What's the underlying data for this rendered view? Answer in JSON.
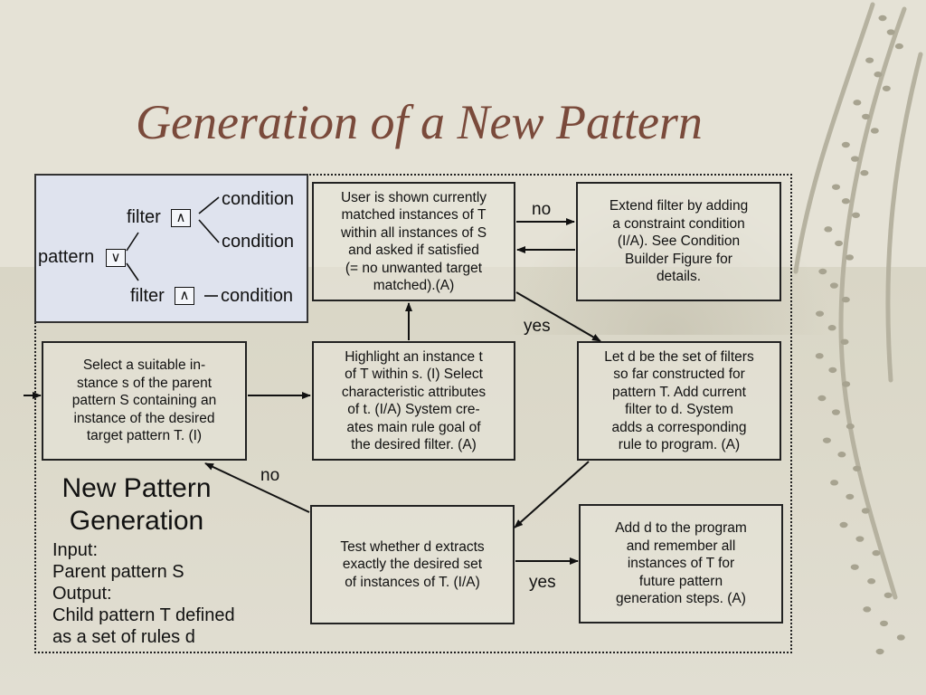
{
  "title": "Generation of a New Pattern",
  "tree": {
    "root": "pattern",
    "root_gate": "∨",
    "filter_label": "filter",
    "and_gate": "∧",
    "condition_label": "condition"
  },
  "boxes": {
    "user_shown": [
      "User is shown currently",
      "matched instances of T",
      "within all instances of S",
      "and asked if satisfied",
      "(= no unwanted target",
      "matched).(A)"
    ],
    "extend_filter": [
      "Extend filter by adding",
      "a constraint condition",
      "(I/A). See Condition",
      "Builder Figure for",
      "details."
    ],
    "select_instance": [
      "Select a suitable in-",
      "stance s of the parent",
      "pattern S containing an",
      "instance of the desired",
      "target pattern T.  (I)"
    ],
    "highlight": [
      "Highlight an instance t",
      "of T within s. (I) Select",
      "characteristic attributes",
      "of t. (I/A) System cre-",
      "ates main rule goal of",
      "the desired filter. (A)"
    ],
    "let_d": [
      "Let d be the set of filters",
      "so far constructed for",
      "pattern T. Add current",
      "filter to d. System",
      "adds a corresponding",
      "rule to program. (A)"
    ],
    "test_whether": [
      "Test whether d extracts",
      "exactly the desired set",
      "of instances of T. (I/A)"
    ],
    "add_d": [
      "Add d to the program",
      "and remember all",
      "instances of T for",
      "future pattern",
      "generation steps. (A)"
    ]
  },
  "edge_labels": {
    "no": "no",
    "yes": "yes"
  },
  "new_pattern": {
    "title_line1": "New Pattern",
    "title_line2": "Generation",
    "io": [
      "Input:",
      "Parent pattern S",
      "Output:",
      "Child pattern T defined",
      "as a set of rules d"
    ]
  },
  "colors": {
    "title": "#7a4a3b",
    "tree_panel": "#dfe3ee",
    "background": "#e5e2d6"
  }
}
